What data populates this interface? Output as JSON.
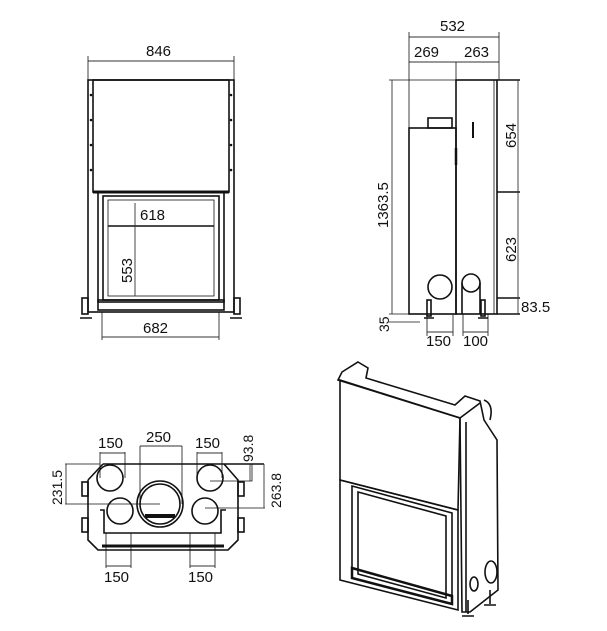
{
  "title": "Fireplace insert dimensional drawing",
  "front_view": {
    "overall_width": "846",
    "opening_width": "618",
    "opening_height": "553",
    "base_width": "682"
  },
  "side_view": {
    "overall_depth": "532",
    "depth_front": "269",
    "depth_rear": "263",
    "overall_height": "1363.5",
    "upper_height": "654",
    "lower_height": "623",
    "outlet_height": "83.5",
    "foot_height": "35",
    "flue_diameter": "150",
    "air_inlet_diameter": "100"
  },
  "top_view": {
    "left_outlet_diameter": "150",
    "center_flue_diameter": "250",
    "right_outlet_diameter": "150",
    "offset_right_top": "93.8",
    "offset_right_center": "263.8",
    "offset_left_center": "231.5",
    "bottom_left_outlet": "150",
    "bottom_right_outlet": "150"
  },
  "colors": {
    "line": "#111111",
    "background": "#ffffff"
  }
}
